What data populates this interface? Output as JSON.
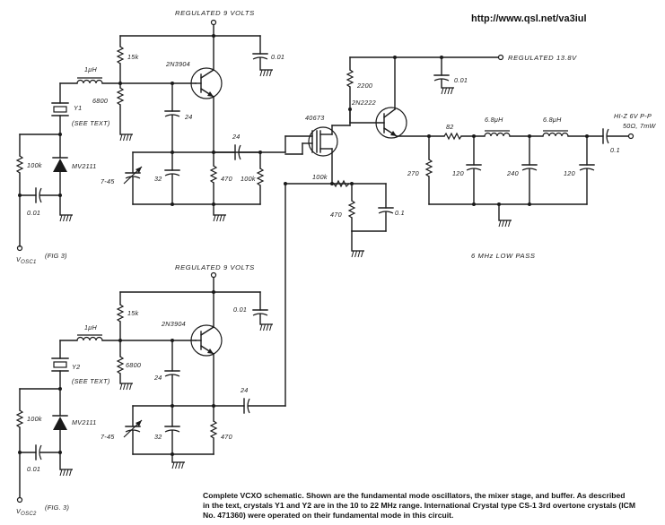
{
  "url": "http://www.qsl.net/va3iul",
  "caption": [
    "Complete VCXO schematic. Shown are the fundamental mode oscillators, the mixer stage, and buffer. As described",
    "in the text, crystals Y1 and Y2 are in the 10 to 22 MHz range. International Crystal type CS-1 3rd overtone crystals (ICM",
    "No. 471360) were operated on their fundamental mode in this circuit."
  ],
  "rails": {
    "top": "REGULATED 9 VOLTS",
    "bottom": "REGULATED 9 VOLTS",
    "buffer": "REGULATED 13.8V"
  },
  "osc1": {
    "l1": "1μH",
    "r1": "15k",
    "r2": "6800",
    "q": "2N3904",
    "c1": "24",
    "c2": "32",
    "r3": "470",
    "cv": "7-45",
    "cbyp": "0.01",
    "y": "Y1",
    "see": "(SEE TEXT)",
    "r4": "100k",
    "d": "MV2111",
    "c3": "0.01",
    "v": "V",
    "vsub": "OSC1",
    "fig": "(FIG 3)"
  },
  "osc2": {
    "l1": "1μH",
    "r1": "15k",
    "r2": "6800",
    "q": "2N3904",
    "c1": "24",
    "c2": "32",
    "r3": "470",
    "cv": "7-45",
    "cbyp": "0.01",
    "y": "Y2",
    "see": "(SEE TEXT)",
    "r4": "100k",
    "d": "MV2111",
    "c3": "0.01",
    "v": "V",
    "vsub": "OSC2",
    "fig": "(FIG. 3)"
  },
  "mixer": {
    "c_in1": "24",
    "r_g": "100k",
    "c_in2": "24",
    "fet": "40673",
    "r_s1": "100k",
    "r_s2": "470",
    "c_s": "0.1"
  },
  "buffer": {
    "r_c": "2200",
    "q": "2N2222",
    "c_byp": "0.01",
    "r_e": "270"
  },
  "filter": {
    "r": "82",
    "l1": "6.8μH",
    "l2": "6.8μH",
    "c1": "120",
    "c2": "240",
    "c3": "120",
    "c_out": "0.1",
    "out1": "HI-Z 6V P-P",
    "out2": "50Ω, 7mW",
    "title": "6 MHz LOW PASS"
  }
}
